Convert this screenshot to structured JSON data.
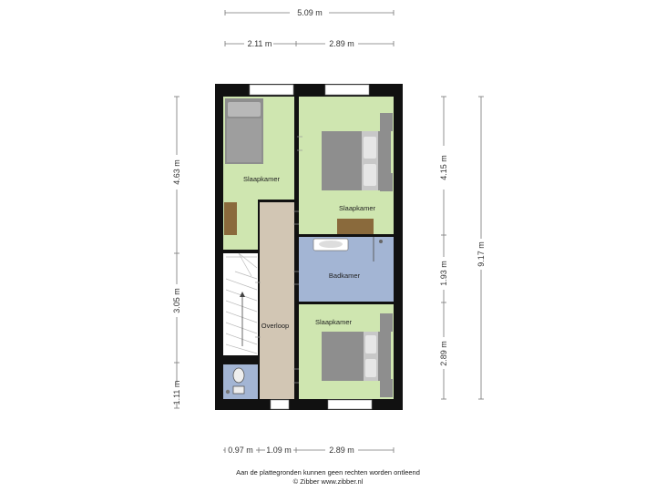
{
  "dimensions": {
    "top_total": "5.09 m",
    "top_left": "2.11 m",
    "top_right": "2.89 m",
    "left_top": "4.63 m",
    "left_middle": "3.05 m",
    "left_bottom": "1.11 m",
    "right_top": "4.15 m",
    "right_middle": "1.93 m",
    "right_bottom": "2.89 m",
    "right_total": "9.17 m",
    "bottom_left": "0.97 m",
    "bottom_middle": "1.09 m",
    "bottom_right": "2.89 m"
  },
  "rooms": {
    "bedroom_top_left": "Slaapkamer",
    "bedroom_top_right": "Slaapkamer",
    "bathroom": "Badkamer",
    "landing": "Overloop",
    "bedroom_bottom_right": "Slaapkamer"
  },
  "colors": {
    "bedroom": "#cfe6b0",
    "bathroom": "#a3b5d4",
    "landing": "#d2c6b4",
    "wall": "#111111",
    "furniture": "#8e8e8e",
    "desk": "#8a6a3c"
  },
  "footer": {
    "disclaimer": "Aan de plattegronden kunnen geen rechten worden ontleend",
    "copyright": "© Zibber www.zibber.nl"
  }
}
